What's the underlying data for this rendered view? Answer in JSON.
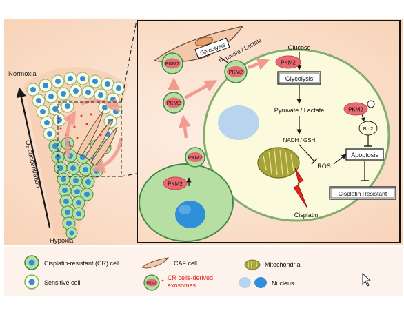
{
  "diagram": {
    "left_panel": {
      "top_label": "Normoxia",
      "bottom_label": "Hypoxia",
      "axis_label": "O₂ concentration"
    },
    "mechanism": {
      "caf_label": "Glycolysis",
      "pyruvate_lactate_top": "Pyruvate / Lactate",
      "glucose": "Glucose",
      "glycolysis": "Glycolysis",
      "pyruvate_lactate": "Pyruvate / Lactate",
      "nadh_gsh": "NADH / GSH",
      "ros": "ROS",
      "cisplatin": "Cisplatin",
      "apoptosis": "Apoptosis",
      "cisplatin_resistant": "Cisplatin Resistant",
      "pkm2": "PKM2",
      "bcl2": "Bcl2",
      "phospho": "P"
    },
    "legend": {
      "cr_cell": "Cisplatin-resistant (CR) cell",
      "sensitive_cell": "Sensitive cell",
      "caf_cell": "CAF cell",
      "exosomes_line1": "CR cells-derived",
      "exosomes_line2": "exosomes",
      "mitochondria": "Mitochondria",
      "nucleus": "Nucleus",
      "pkm2_small": "PKM2"
    },
    "colors": {
      "background": "#fbe3d1",
      "cr_cell_fill": "#b7dfa3",
      "cr_cell_stroke": "#3f8a45",
      "sensitive_cell_fill": "#fcfbe0",
      "nucleus_blue": "#2f8fd8",
      "pkm2_fill": "#e96a73",
      "arrow_pink": "#f09a90",
      "cisplatin_red": "#e0231b",
      "mito_fill": "#a7a33b"
    }
  }
}
